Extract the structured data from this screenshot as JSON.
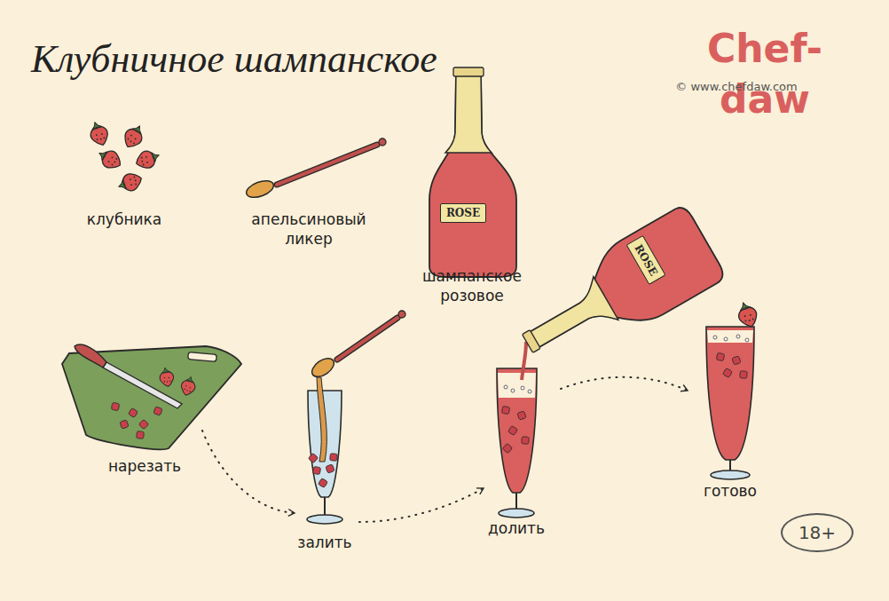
{
  "diagram": {
    "title": "Клубничное шампанское",
    "nodes": [
      {
        "text": [
          "ROSE"
        ]
      },
      {
        "text": [
          "ROSE"
        ]
      },
      {
        "text": [
          "18+"
        ]
      }
    ],
    "labels": [
      "Chef-daw",
      "© www.chefdaw.com",
      "клубника",
      "апельсиновый ликер",
      "шампанское розовое",
      "нарезать",
      "залить",
      "долить",
      "готово"
    ]
  }
}
